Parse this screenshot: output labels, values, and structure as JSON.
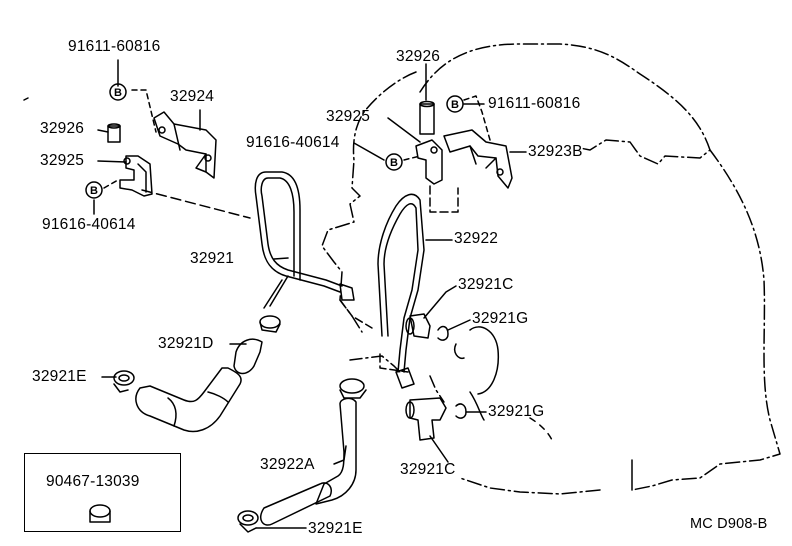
{
  "parts": {
    "p1": "91611-60816",
    "p2": "32924",
    "p3": "32926",
    "p4": "32925",
    "p5": "91616-40614",
    "p6": "32926",
    "p7": "91611-60816",
    "p8": "32925",
    "p9": "91616-40614",
    "p10": "32923B",
    "p11": "32922",
    "p12": "32921",
    "p13": "32921C",
    "p14": "32921G",
    "p15": "32921D",
    "p16": "32921E",
    "p17": "32921G",
    "p18": "32922A",
    "p19": "32921C",
    "p20": "32921E"
  },
  "bolt_marker": "B",
  "inset": {
    "part": "90467-13039"
  },
  "footer": {
    "code": "MC D908-B"
  }
}
